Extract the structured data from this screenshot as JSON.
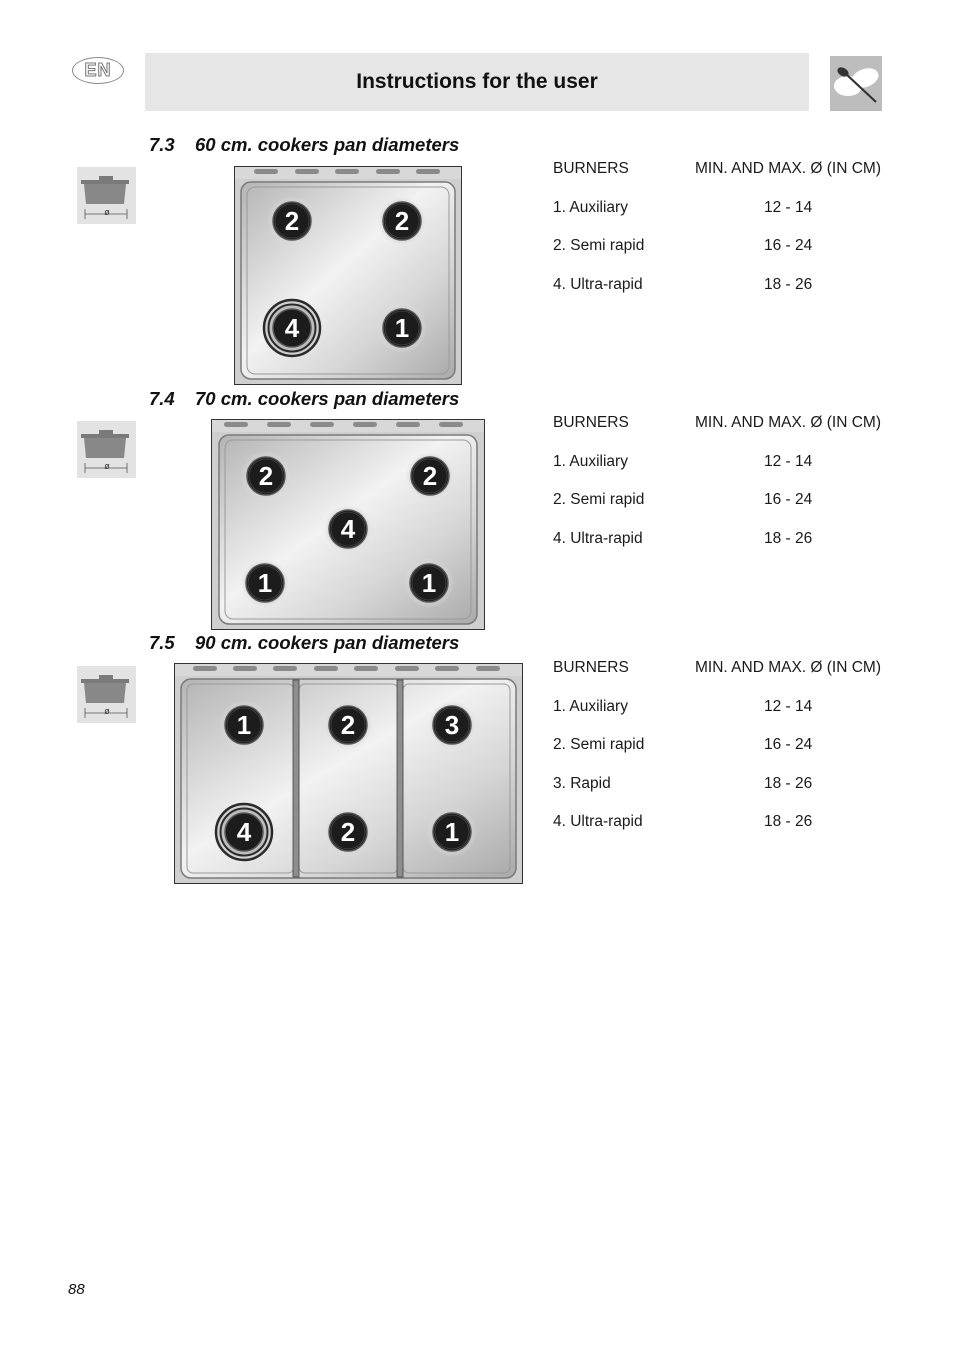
{
  "header": {
    "language_badge": "EN",
    "title": "Instructions for the user",
    "logo_icon": "chef-spoon-icon"
  },
  "sections": [
    {
      "number": "7.3",
      "title": "60 cm. cookers pan diameters",
      "icon": "pan-diameter-icon",
      "icon_label": "ø",
      "burner_labels": [
        "2",
        "2",
        "4",
        "1"
      ],
      "table": {
        "col1_header": "BURNERS",
        "col2_header": "MIN. AND MAX. Ø (IN CM)",
        "rows": [
          {
            "burner": "1. Auxiliary",
            "range": "12 - 14"
          },
          {
            "burner": "2. Semi rapid",
            "range": "16 - 24"
          },
          {
            "burner": "4. Ultra-rapid",
            "range": "18 - 26"
          }
        ]
      }
    },
    {
      "number": "7.4",
      "title": "70 cm. cookers pan diameters",
      "icon": "pan-diameter-icon",
      "icon_label": "ø",
      "burner_labels": [
        "2",
        "2",
        "4",
        "1",
        "1"
      ],
      "table": {
        "col1_header": "BURNERS",
        "col2_header": "MIN. AND MAX. Ø (IN CM)",
        "rows": [
          {
            "burner": "1. Auxiliary",
            "range": "12 - 14"
          },
          {
            "burner": "2. Semi rapid",
            "range": "16 - 24"
          },
          {
            "burner": "4. Ultra-rapid",
            "range": "18 - 26"
          }
        ]
      }
    },
    {
      "number": "7.5",
      "title": "90 cm. cookers pan diameters",
      "icon": "pan-diameter-icon",
      "icon_label": "ø",
      "burner_labels": [
        "1",
        "2",
        "3",
        "4",
        "2",
        "1"
      ],
      "table": {
        "col1_header": "BURNERS",
        "col2_header": "MIN. AND MAX. Ø (IN CM)",
        "rows": [
          {
            "burner": "1. Auxiliary",
            "range": "12 - 14"
          },
          {
            "burner": "2. Semi rapid",
            "range": "16 - 24"
          },
          {
            "burner": "3. Rapid",
            "range": "18 - 26"
          },
          {
            "burner": "4. Ultra-rapid",
            "range": "18 - 26"
          }
        ]
      }
    }
  ],
  "page_number": "88"
}
